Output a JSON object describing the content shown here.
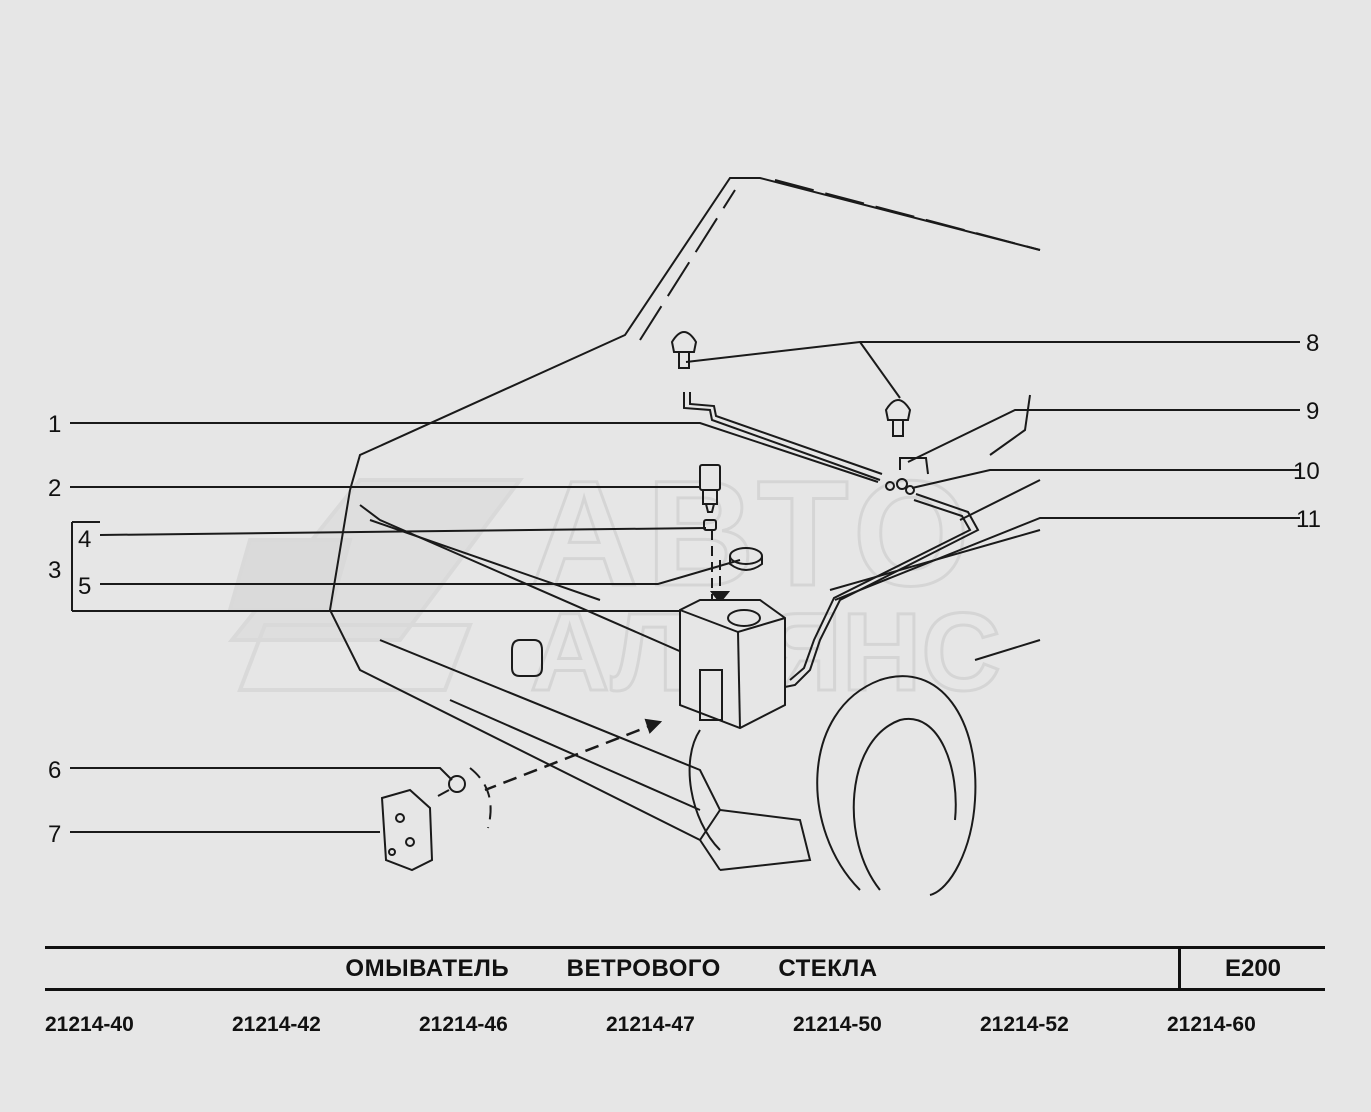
{
  "callouts": [
    "1",
    "2",
    "3",
    "4",
    "5",
    "6",
    "7",
    "8",
    "9",
    "10",
    "11"
  ],
  "watermark": {
    "line1": "АВТО",
    "line2": "АЛЬЯНС"
  },
  "title": "ОМЫВАТЕЛЬ   ВЕТРОВОГО   СТЕКЛА",
  "code": "E200",
  "models": [
    "21214-40",
    "21214-42",
    "21214-46",
    "21214-47",
    "21214-50",
    "21214-52",
    "21214-60"
  ]
}
